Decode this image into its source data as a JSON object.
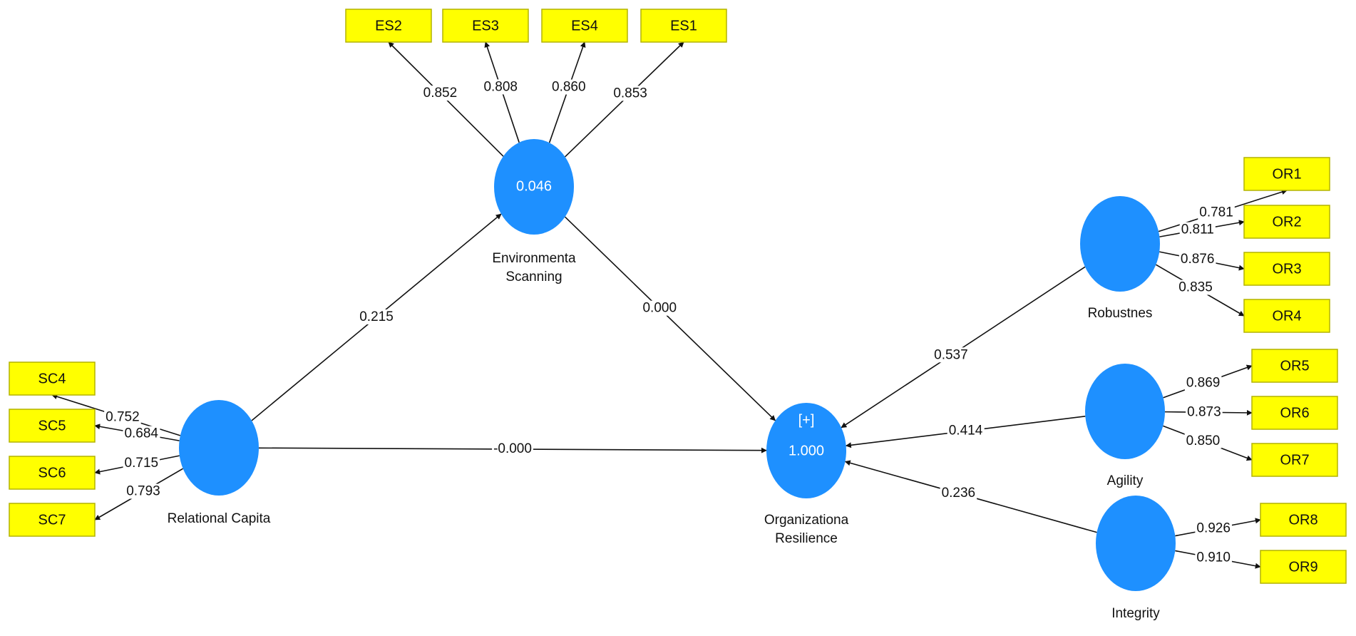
{
  "colors": {
    "latent_fill": "#1e90ff",
    "indicator_fill": "#ffff00",
    "indicator_stroke": "#b3b300",
    "arrow": "#111111"
  },
  "latent": {
    "rc": {
      "label": [
        "Relational Capita"
      ],
      "value": ""
    },
    "es": {
      "label": [
        "Environmenta",
        "Scanning"
      ],
      "value": "0.046"
    },
    "org": {
      "label": [
        "Organizationa",
        "Resilience"
      ],
      "marker": "[+]",
      "value": "1.000"
    },
    "rob": {
      "label": [
        "Robustnes"
      ],
      "value": ""
    },
    "agi": {
      "label": [
        "Agility"
      ],
      "value": ""
    },
    "int": {
      "label": [
        "Integrity"
      ],
      "value": ""
    }
  },
  "indicators": {
    "ES2": "ES2",
    "ES3": "ES3",
    "ES4": "ES4",
    "ES1": "ES1",
    "SC4": "SC4",
    "SC5": "SC5",
    "SC6": "SC6",
    "SC7": "SC7",
    "OR1": "OR1",
    "OR2": "OR2",
    "OR3": "OR3",
    "OR4": "OR4",
    "OR5": "OR5",
    "OR6": "OR6",
    "OR7": "OR7",
    "OR8": "OR8",
    "OR9": "OR9"
  },
  "loadings": {
    "ES2": "0.852",
    "ES3": "0.808",
    "ES4": "0.860",
    "ES1": "0.853",
    "SC4": "0.752",
    "SC5": "0.684",
    "SC6": "0.715",
    "SC7": "0.793",
    "OR1": "0.781",
    "OR2": "0.811",
    "OR3": "0.876",
    "OR4": "0.835",
    "OR5": "0.869",
    "OR6": "0.873",
    "OR7": "0.850",
    "OR8": "0.926",
    "OR9": "0.910"
  },
  "paths": {
    "rc_es": "0.215",
    "es_org": "0.000",
    "rc_org": "-0.000",
    "rob_org": "0.537",
    "agi_org": "0.414",
    "int_org": "0.236"
  }
}
